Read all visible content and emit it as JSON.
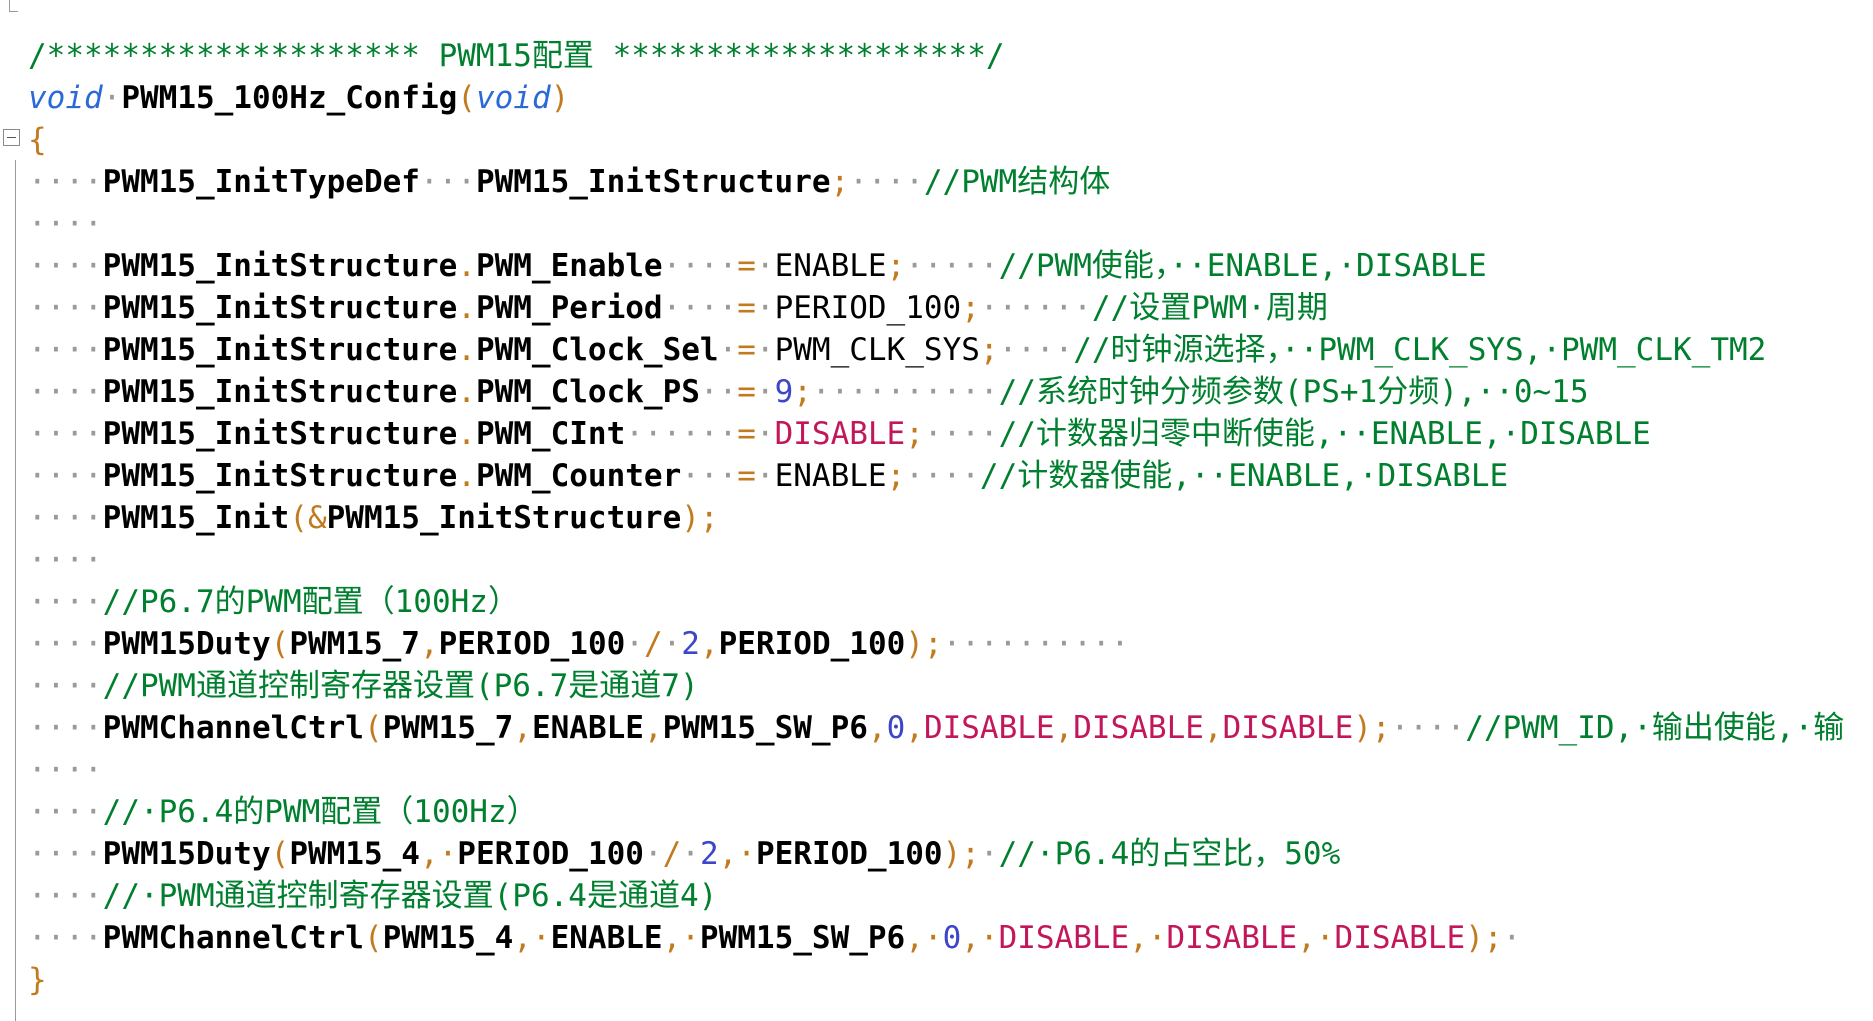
{
  "editor": {
    "lines": [
      [
        [
          "cm",
          "/******************** PWM15配置 ********************/"
        ]
      ],
      [
        [
          "kw",
          "void"
        ],
        [
          "ws",
          "·"
        ],
        [
          "fn",
          "PWM15_100Hz_Config"
        ],
        [
          "pu",
          "("
        ],
        [
          "kw",
          "void"
        ],
        [
          "pu",
          ")"
        ]
      ],
      [
        [
          "pu",
          "{"
        ]
      ],
      [
        [
          "ws",
          "····"
        ],
        [
          "fn",
          "PWM15_InitTypeDef"
        ],
        [
          "ws",
          "···"
        ],
        [
          "fn",
          "PWM15_InitStructure"
        ],
        [
          "pu",
          ";"
        ],
        [
          "ws",
          "····"
        ],
        [
          "cm",
          "//PWM结构体"
        ]
      ],
      [
        [
          "ws",
          "····"
        ]
      ],
      [
        [
          "ws",
          "····"
        ],
        [
          "fn",
          "PWM15_InitStructure"
        ],
        [
          "pu",
          "."
        ],
        [
          "fn",
          "PWM_Enable"
        ],
        [
          "ws",
          "····"
        ],
        [
          "pu",
          "="
        ],
        [
          "ws",
          "·"
        ],
        [
          "mac",
          "ENABLE"
        ],
        [
          "pu",
          ";"
        ],
        [
          "ws",
          "·····"
        ],
        [
          "cm",
          "//PWM使能，··ENABLE,·DISABLE"
        ]
      ],
      [
        [
          "ws",
          "····"
        ],
        [
          "fn",
          "PWM15_InitStructure"
        ],
        [
          "pu",
          "."
        ],
        [
          "fn",
          "PWM_Period"
        ],
        [
          "ws",
          "····"
        ],
        [
          "pu",
          "="
        ],
        [
          "ws",
          "·"
        ],
        [
          "mac",
          "PERIOD_100"
        ],
        [
          "pu",
          ";"
        ],
        [
          "ws",
          "······"
        ],
        [
          "cm",
          "//设置PWM·周期"
        ]
      ],
      [
        [
          "ws",
          "····"
        ],
        [
          "fn",
          "PWM15_InitStructure"
        ],
        [
          "pu",
          "."
        ],
        [
          "fn",
          "PWM_Clock_Sel"
        ],
        [
          "ws",
          "·"
        ],
        [
          "pu",
          "="
        ],
        [
          "ws",
          "·"
        ],
        [
          "mac",
          "PWM_CLK_SYS"
        ],
        [
          "pu",
          ";"
        ],
        [
          "ws",
          "····"
        ],
        [
          "cm",
          "//时钟源选择，··PWM_CLK_SYS,·PWM_CLK_TM2"
        ]
      ],
      [
        [
          "ws",
          "····"
        ],
        [
          "fn",
          "PWM15_InitStructure"
        ],
        [
          "pu",
          "."
        ],
        [
          "fn",
          "PWM_Clock_PS"
        ],
        [
          "ws",
          "··"
        ],
        [
          "pu",
          "="
        ],
        [
          "ws",
          "·"
        ],
        [
          "num",
          "9"
        ],
        [
          "pu",
          ";"
        ],
        [
          "ws",
          "··········"
        ],
        [
          "cm",
          "//系统时钟分频参数(PS+1分频),··0~15"
        ]
      ],
      [
        [
          "ws",
          "····"
        ],
        [
          "fn",
          "PWM15_InitStructure"
        ],
        [
          "pu",
          "."
        ],
        [
          "fn",
          "PWM_CInt"
        ],
        [
          "ws",
          "······"
        ],
        [
          "pu",
          "="
        ],
        [
          "ws",
          "·"
        ],
        [
          "red",
          "DISABLE"
        ],
        [
          "pu",
          ";"
        ],
        [
          "ws",
          "····"
        ],
        [
          "cm",
          "//计数器归零中断使能,··ENABLE,·DISABLE"
        ]
      ],
      [
        [
          "ws",
          "····"
        ],
        [
          "fn",
          "PWM15_InitStructure"
        ],
        [
          "pu",
          "."
        ],
        [
          "fn",
          "PWM_Counter"
        ],
        [
          "ws",
          "···"
        ],
        [
          "pu",
          "="
        ],
        [
          "ws",
          "·"
        ],
        [
          "mac",
          "ENABLE"
        ],
        [
          "pu",
          ";"
        ],
        [
          "ws",
          "····"
        ],
        [
          "cm",
          "//计数器使能,··ENABLE,·DISABLE"
        ]
      ],
      [
        [
          "ws",
          "····"
        ],
        [
          "fn",
          "PWM15_Init"
        ],
        [
          "pu",
          "(&"
        ],
        [
          "fn",
          "PWM15_InitStructure"
        ],
        [
          "pu",
          ");"
        ]
      ],
      [
        [
          "ws",
          "····"
        ]
      ],
      [
        [
          "ws",
          "····"
        ],
        [
          "cm",
          "//P6.7的PWM配置（100Hz）"
        ]
      ],
      [
        [
          "ws",
          "····"
        ],
        [
          "fn",
          "PWM15Duty"
        ],
        [
          "pu",
          "("
        ],
        [
          "fn",
          "PWM15_7"
        ],
        [
          "pu",
          ","
        ],
        [
          "fn",
          "PERIOD_100"
        ],
        [
          "ws",
          "·"
        ],
        [
          "pu",
          "/"
        ],
        [
          "ws",
          "·"
        ],
        [
          "num",
          "2"
        ],
        [
          "pu",
          ","
        ],
        [
          "fn",
          "PERIOD_100"
        ],
        [
          "pu",
          ");"
        ],
        [
          "ws",
          "··········"
        ]
      ],
      [
        [
          "ws",
          "····"
        ],
        [
          "cm",
          "//PWM通道控制寄存器设置(P6.7是通道7)"
        ]
      ],
      [
        [
          "ws",
          "····"
        ],
        [
          "fn",
          "PWMChannelCtrl"
        ],
        [
          "pu",
          "("
        ],
        [
          "fn",
          "PWM15_7"
        ],
        [
          "pu",
          ","
        ],
        [
          "fn",
          "ENABLE"
        ],
        [
          "pu",
          ","
        ],
        [
          "fn",
          "PWM15_SW_P6"
        ],
        [
          "pu",
          ","
        ],
        [
          "num",
          "0"
        ],
        [
          "pu",
          ","
        ],
        [
          "red",
          "DISABLE"
        ],
        [
          "pu",
          ","
        ],
        [
          "red",
          "DISABLE"
        ],
        [
          "pu",
          ","
        ],
        [
          "red",
          "DISABLE"
        ],
        [
          "pu",
          ");"
        ],
        [
          "ws",
          "····"
        ],
        [
          "cm",
          "//PWM_ID,·输出使能,·输"
        ]
      ],
      [
        [
          "ws",
          "····"
        ]
      ],
      [
        [
          "ws",
          "····"
        ],
        [
          "cm",
          "//·P6.4的PWM配置（100Hz）"
        ]
      ],
      [
        [
          "ws",
          "····"
        ],
        [
          "fn",
          "PWM15Duty"
        ],
        [
          "pu",
          "("
        ],
        [
          "fn",
          "PWM15_4"
        ],
        [
          "pu",
          ",·"
        ],
        [
          "fn",
          "PERIOD_100"
        ],
        [
          "ws",
          "·"
        ],
        [
          "pu",
          "/"
        ],
        [
          "ws",
          "·"
        ],
        [
          "num",
          "2"
        ],
        [
          "pu",
          ",·"
        ],
        [
          "fn",
          "PERIOD_100"
        ],
        [
          "pu",
          ");"
        ],
        [
          "ws",
          "·"
        ],
        [
          "cm",
          "//·P6.4的占空比，50%"
        ]
      ],
      [
        [
          "ws",
          "····"
        ],
        [
          "cm",
          "//·PWM通道控制寄存器设置(P6.4是通道4)"
        ]
      ],
      [
        [
          "ws",
          "····"
        ],
        [
          "fn",
          "PWMChannelCtrl"
        ],
        [
          "pu",
          "("
        ],
        [
          "fn",
          "PWM15_4"
        ],
        [
          "pu",
          ",·"
        ],
        [
          "fn",
          "ENABLE"
        ],
        [
          "pu",
          ",·"
        ],
        [
          "fn",
          "PWM15_SW_P6"
        ],
        [
          "pu",
          ",·"
        ],
        [
          "num",
          "0"
        ],
        [
          "pu",
          ",·"
        ],
        [
          "red",
          "DISABLE"
        ],
        [
          "pu",
          ",·"
        ],
        [
          "red",
          "DISABLE"
        ],
        [
          "pu",
          ",·"
        ],
        [
          "red",
          "DISABLE"
        ],
        [
          "pu",
          ");"
        ],
        [
          "ws",
          "·"
        ]
      ],
      [
        [
          "pu",
          "}"
        ]
      ]
    ]
  }
}
